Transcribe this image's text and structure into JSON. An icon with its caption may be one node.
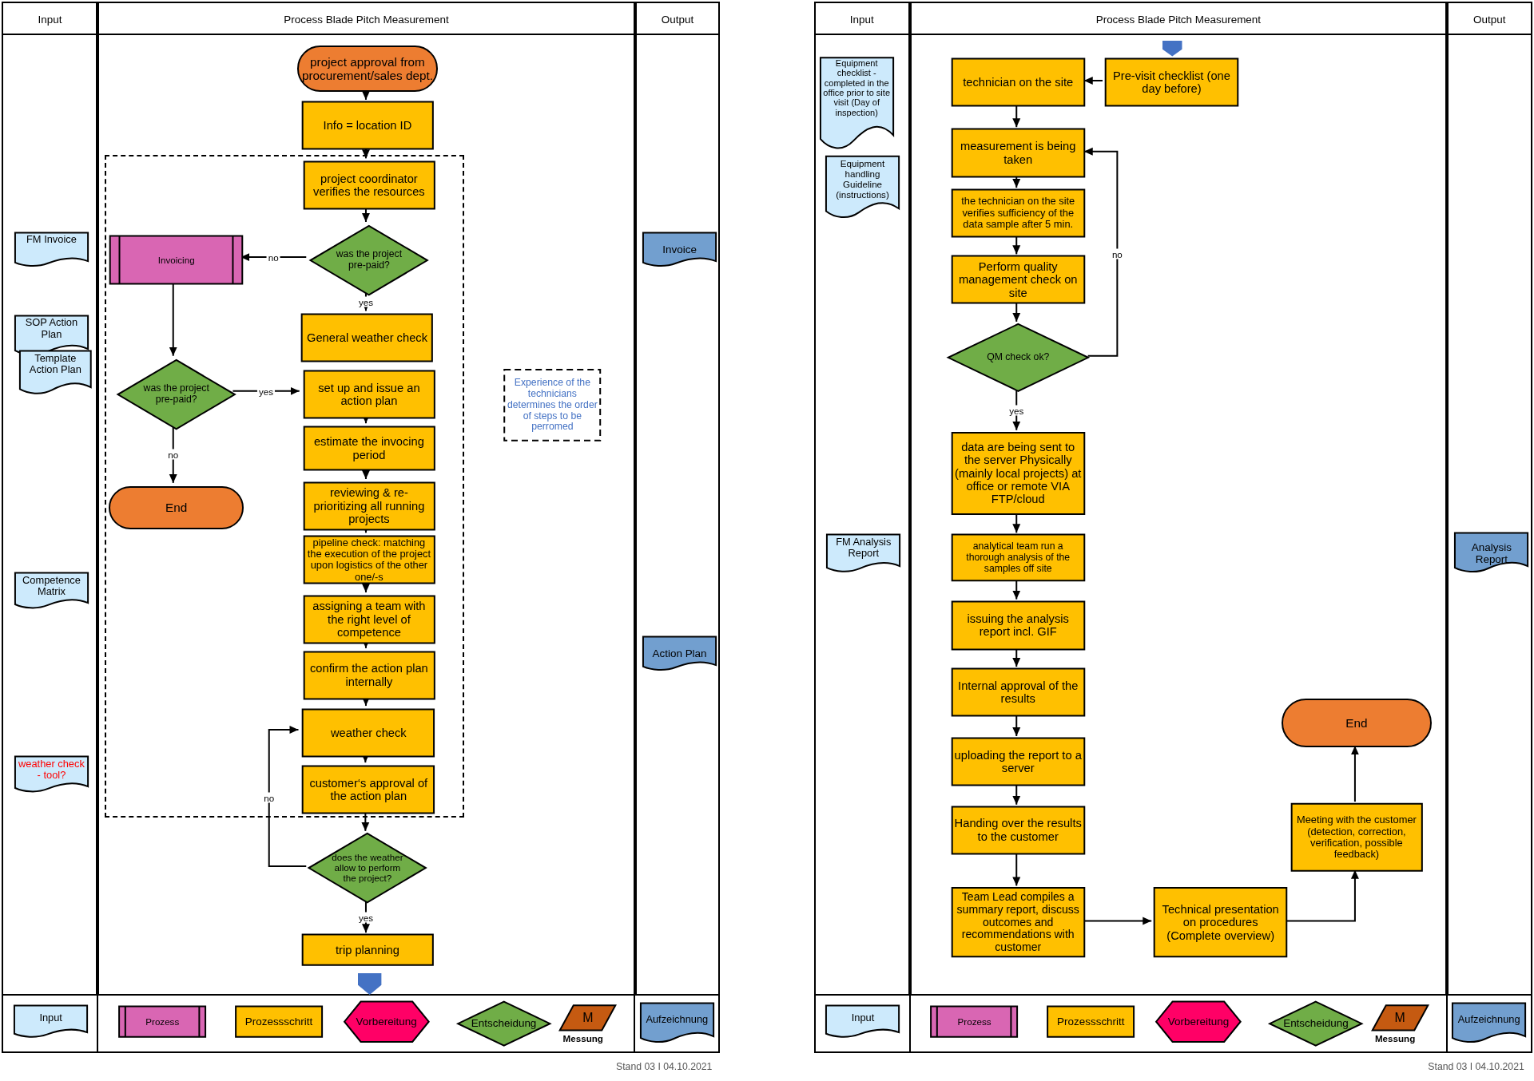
{
  "diagram": {
    "nodes": [
      {
        "text": [
          "Input"
        ]
      },
      {
        "text": [
          "Process Blade Pitch Measurement"
        ]
      },
      {
        "text": [
          "Output"
        ]
      },
      {
        "text": [
          "FM Invoice"
        ],
        "in": 0
      },
      {
        "text": [
          "SOP Action Plan"
        ],
        "in": 0
      },
      {
        "text": [
          "Template Action Plan"
        ],
        "in": 0
      },
      {
        "text": [
          "Competence Matrix"
        ],
        "in": 0
      },
      {
        "text": [
          "weather check - tool?"
        ],
        "in": 0
      },
      {
        "text": [
          "project approval from procurement/sales dept."
        ],
        "in": 1
      },
      {
        "text": [
          "Info = location ID"
        ],
        "in": 1
      },
      {
        "text": [],
        "shape": "box",
        "in": 1
      },
      {
        "text": [
          "project coordinator verifies the resources"
        ],
        "in": 10
      },
      {
        "text": [
          "was the project pre-paid?"
        ],
        "in": 10
      },
      {
        "text": [
          "Invoicing"
        ],
        "in": 10
      },
      {
        "text": [
          "General weather check"
        ],
        "in": 10
      },
      {
        "text": [
          "was the project pre-paid?"
        ],
        "in": 10
      },
      {
        "text": [
          "set up and issue an action plan"
        ],
        "in": 10
      },
      {
        "text": [
          "End"
        ],
        "in": 10
      },
      {
        "text": [
          "estimate the invocing period"
        ],
        "in": 10
      },
      {
        "text": [
          "reviewing & re-prioritizing all running projects"
        ],
        "in": 10
      },
      {
        "text": [
          "pipeline check: matching the execution of the project upon logistics of the other one/-s"
        ],
        "in": 10
      },
      {
        "text": [
          "assigning a team with the right level of competence"
        ],
        "in": 10
      },
      {
        "text": [
          "confirm the action plan internally"
        ],
        "in": 10
      },
      {
        "text": [
          "weather check"
        ],
        "in": 10
      },
      {
        "text": [
          "customer‘s approval of the action plan"
        ],
        "in": 10
      },
      {
        "text": [
          "Experience of the technicians determines the order of steps to be perromed"
        ],
        "in": 1
      },
      {
        "text": [
          "does the weather allow to perform the project?"
        ],
        "in": 1
      },
      {
        "text": [
          "trip planning"
        ],
        "in": 1
      },
      {
        "text": [],
        "shape": "pentagon",
        "in": 1
      },
      {
        "text": [
          "Invoice"
        ],
        "in": 2
      },
      {
        "text": [
          "Action Plan"
        ],
        "in": 2
      },
      {
        "text": [
          "Input"
        ]
      },
      {
        "text": [
          "Process Blade Pitch Measurement"
        ]
      },
      {
        "text": [
          "Output"
        ]
      },
      {
        "text": [
          "Equipment checklist - completed in the office prior to site visit (Day of inspection)"
        ],
        "in": 31
      },
      {
        "text": [
          "Equipment handling Guideline (instructions)"
        ],
        "in": 31
      },
      {
        "text": [
          "FM Analysis Report"
        ],
        "in": 31
      },
      {
        "text": [],
        "shape": "pentagon",
        "in": 32
      },
      {
        "text": [
          "technician on the site"
        ],
        "in": 32
      },
      {
        "text": [
          "Pre-visit checklist (one day before)"
        ],
        "in": 32
      },
      {
        "text": [
          "measurement is being taken"
        ],
        "in": 32
      },
      {
        "text": [
          "the technician on the site verifies sufficiency of the data sample after 5 min."
        ],
        "in": 32
      },
      {
        "text": [
          "Perform quality management check on site"
        ],
        "in": 32
      },
      {
        "text": [
          "QM check ok?"
        ],
        "in": 32
      },
      {
        "text": [
          "data are being sent to the server Physically (mainly local projects) at office or remote VIA FTP/cloud"
        ],
        "in": 32
      },
      {
        "text": [
          "analytical team run a thorough analysis of the samples off site"
        ],
        "in": 32
      },
      {
        "text": [
          "issuing the analysis report incl. GIF"
        ],
        "in": 32
      },
      {
        "text": [
          "Internal approval of the results"
        ],
        "in": 32
      },
      {
        "text": [
          "uploading the report to a server"
        ],
        "in": 32
      },
      {
        "text": [
          "Handing over the results to the customer"
        ],
        "in": 32
      },
      {
        "text": [
          "Team Lead compiles a summary report, discuss outcomes and recommendations with customer"
        ],
        "in": 32
      },
      {
        "text": [
          "Technical presentation on procedures (Complete overview)"
        ],
        "in": 32
      },
      {
        "text": [
          "Meeting with the customer (detection, correction, verification, possible feedback)"
        ],
        "in": 32
      },
      {
        "text": [
          "End"
        ],
        "in": 32
      },
      {
        "text": [
          "Analysis Report"
        ],
        "in": 33
      }
    ],
    "edges": [
      {
        "from": 8,
        "to": 9,
        "arrow": "to"
      },
      {
        "from": 9,
        "to": 11,
        "arrow": "to"
      },
      {
        "from": 11,
        "to": 12,
        "arrow": "to"
      },
      {
        "from": 12,
        "to": 13,
        "arrow": "to",
        "label": "no"
      },
      {
        "from": 12,
        "to": 14,
        "arrow": "to",
        "label": "yes"
      },
      {
        "from": 13,
        "to": 15,
        "arrow": "to"
      },
      {
        "from": 15,
        "to": 16,
        "arrow": "to",
        "label": "yes"
      },
      {
        "from": 15,
        "to": 17,
        "arrow": "to",
        "label": "no"
      },
      {
        "from": 16,
        "to": 18,
        "arrow": "to"
      },
      {
        "from": 18,
        "to": 19,
        "arrow": "to"
      },
      {
        "from": 19,
        "to": 20,
        "arrow": "to"
      },
      {
        "from": 20,
        "to": 21,
        "arrow": "to"
      },
      {
        "from": 21,
        "to": 22,
        "arrow": "to"
      },
      {
        "from": 22,
        "to": 23,
        "arrow": "to"
      },
      {
        "from": 23,
        "to": 24,
        "arrow": "to"
      },
      {
        "from": 24,
        "to": 26,
        "arrow": "to"
      },
      {
        "from": 26,
        "to": 23,
        "arrow": "to",
        "label": "no"
      },
      {
        "from": 26,
        "to": 27,
        "arrow": "to",
        "label": "yes"
      },
      {
        "from": 39,
        "to": 38,
        "arrow": "to"
      },
      {
        "from": 38,
        "to": 40,
        "arrow": "to"
      },
      {
        "from": 40,
        "to": 41,
        "arrow": "to"
      },
      {
        "from": 41,
        "to": 42,
        "arrow": "to"
      },
      {
        "from": 42,
        "to": 43,
        "arrow": "to"
      },
      {
        "from": 43,
        "to": 40,
        "arrow": "to",
        "label": "no"
      },
      {
        "from": 43,
        "to": 44,
        "arrow": "to",
        "label": "yes"
      },
      {
        "from": 44,
        "to": 45,
        "arrow": "to"
      },
      {
        "from": 45,
        "to": 46,
        "arrow": "to"
      },
      {
        "from": 46,
        "to": 47,
        "arrow": "to"
      },
      {
        "from": 47,
        "to": 48,
        "arrow": "to"
      },
      {
        "from": 48,
        "to": 49,
        "arrow": "to"
      },
      {
        "from": 49,
        "to": 50,
        "arrow": "to"
      },
      {
        "from": 50,
        "to": 51,
        "arrow": "to"
      },
      {
        "from": 51,
        "to": 52,
        "arrow": "to"
      },
      {
        "from": 52,
        "to": 53,
        "arrow": "to"
      }
    ],
    "labels": [
      "M",
      "Stand 03 I 04.10.2021",
      "M",
      "Stand 03 I 04.10.2021"
    ],
    "legend": [
      {
        "text": "Input"
      },
      {
        "text": "Prozess"
      },
      {
        "text": "Prozessschritt"
      },
      {
        "text": "Vorbereitung"
      },
      {
        "text": "Entscheidung"
      },
      {
        "text": "Messung"
      },
      {
        "text": "Aufzeichnung"
      },
      {
        "text": "Input"
      },
      {
        "text": "Prozess"
      },
      {
        "text": "Prozessschritt"
      },
      {
        "text": "Vorbereitung"
      },
      {
        "text": "Entscheidung"
      },
      {
        "text": "Messung"
      },
      {
        "text": "Aufzeichnung"
      }
    ]
  }
}
